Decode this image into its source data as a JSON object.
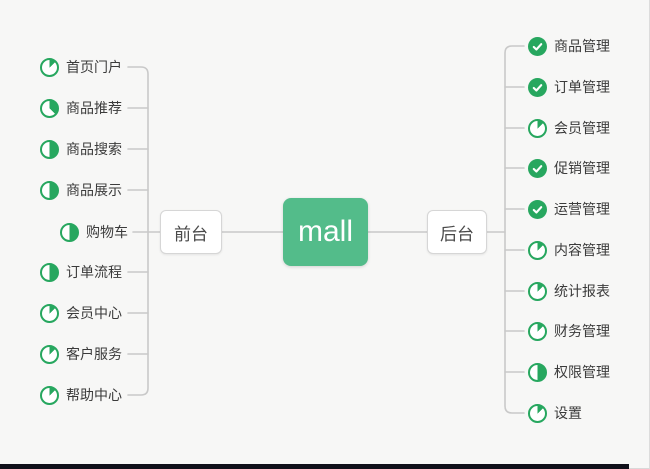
{
  "root": {
    "label": "mall"
  },
  "branches": [
    {
      "side": "left",
      "label": "前台",
      "items": [
        {
          "label": "首页门户",
          "progress": 0.125
        },
        {
          "label": "商品推荐",
          "progress": 0.375
        },
        {
          "label": "商品搜索",
          "progress": 0.5
        },
        {
          "label": "商品展示",
          "progress": 0.5
        },
        {
          "label": "购物车",
          "progress": 0.5
        },
        {
          "label": "订单流程",
          "progress": 0.5
        },
        {
          "label": "会员中心",
          "progress": 0.125
        },
        {
          "label": "客户服务",
          "progress": 0.125
        },
        {
          "label": "帮助中心",
          "progress": 0.125
        }
      ]
    },
    {
      "side": "right",
      "label": "后台",
      "items": [
        {
          "label": "商品管理",
          "progress": 1
        },
        {
          "label": "订单管理",
          "progress": 1
        },
        {
          "label": "会员管理",
          "progress": 0.125
        },
        {
          "label": "促销管理",
          "progress": 1
        },
        {
          "label": "运营管理",
          "progress": 1
        },
        {
          "label": "内容管理",
          "progress": 0.125
        },
        {
          "label": "统计报表",
          "progress": 0.125
        },
        {
          "label": "财务管理",
          "progress": 0.125
        },
        {
          "label": "权限管理",
          "progress": 0.5
        },
        {
          "label": "设置",
          "progress": 0.125
        }
      ]
    }
  ],
  "icons": {
    "done_icon_name": "check-icon",
    "partial_icon_name": "progress-pie-icon"
  },
  "colors": {
    "background": "#f7f7f6",
    "root_green": "#53bc8a",
    "icon_green": "#27a75f",
    "line_gray": "#c9c9c9",
    "box_border": "#d6d6d6",
    "item_text": "#3b3b3b",
    "bottom_bar": "#10101a"
  }
}
